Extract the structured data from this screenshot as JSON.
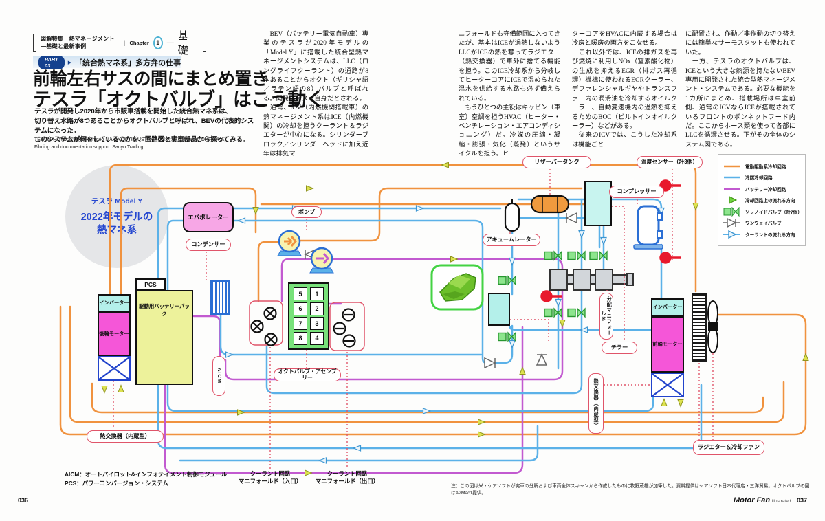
{
  "page": {
    "left_num": "036",
    "right_num": "037",
    "brand": "Motor Fan",
    "brand_sub": "illustrated"
  },
  "header": {
    "series": "図解特集　熱マネージメント―基礎と最新事例",
    "divider": "|",
    "chapter_label": "Chapter",
    "chapter_num": "1",
    "chapter_dash": "―",
    "chapter_title": "基 礎",
    "part_badge": "PART 03",
    "part_arrow": "▶",
    "part_title": "「統合熱マネ系」多方弁の仕事",
    "title_line1": "前輪左右サスの間にまとめ置き",
    "title_line2": "テスラ「オクトバルブ」はこう動く",
    "lead": "テスラが開発し2020年から市販車搭載を開始した統合熱マネ系は、\n切り替え水路が8つあることからオクトバルブと呼ばれ、BEVの代表的システムになった。\nこのシステムが何をしているのかを、回路図と実車部品から探ってみる。",
    "credits": "TEXT&PHOTO:牧野茂雄(Shigeo MAKINO)　ILLUSTRATION:大塚 克(Masaru OHTSUKA)\nFilming and documentation support: Sanyo Trading"
  },
  "article": {
    "col1": "　BEV（バッテリー電気自動車）専業のテスラが2020年モデルの「Model Y」に搭載した統合型熱マネージメントシステムは、LLC（ロングライフクーラント）の通路が8本あることからオクト（ギリシャ語／ラテン語の8）バルブと呼ばれる。開発はテスラ自身だとされる。\n　通常、ICV（内燃機関搭載車）の熱マネージメント系はICE（内燃機関）の冷却を担うクーラント＆ラジエターが中心になる。シリンダーブロック／シリンダーヘッドに加え近年は排気マ",
    "col2": "ニフォールドも守備範囲に入ってきたが、基本はICEが過熱しないようLLCがICEの熱を奪ってラジエター（熱交換器）で車外に捨てる機能を担う。このICE冷却系から分岐してヒーターコアにICEで温められた温水を供給する水路も必ず備えられている。\n　もうひとつの主役はキャビン（車室）空調を担うHVAC（ヒーター・ベンチレーション・エアコンディショニング）だ。冷媒の圧縮・凝縮・膨張・気化（蒸発）というサイクルを担う。ヒー",
    "col3": "ターコアをHVACに内蔵する場合は冷房と暖房の両方をこなせる。\n　これ以外では、ICEの排ガスを再び燃焼に利用しNOx（窒素酸化物）の生成を抑えるEGR（排ガス再循環）機構に使われるEGRクーラー、デファレンシャルギヤやトランスファー内の潤滑油を冷却するオイルクーラー、自動変速機内の過熱を抑えるためのBOC（ビルトインオイルクーラー）などがある。\n　従来のICVでは、こうした冷却系は機能ごと",
    "col4": "に配置され、作動／非作動の切り替えには簡単なサーモスタットも使われていた。\n　一方、テスラのオクトバルブは、ICEという大きな熱源を持たないBEV専用に開発された統合型熱マネージメント・システムである。必要な機能を1カ所にまとめ、搭載場所は車室前側、通常のICVならICEが搭載されているフロントのボンネットフード内だ。ここからホース類を使って各部にLLCを循環させる。下がその全体のシステム図である。"
  },
  "badge": {
    "line1": "テスラ Model Y",
    "line2": "2022年モデルの\n熱マネ系"
  },
  "legend": {
    "items": [
      {
        "label": "電動駆動系冷却回路",
        "color": "#f0923e"
      },
      {
        "label": "冷媒冷却回路",
        "color": "#5bb1e8"
      },
      {
        "label": "バッテリー冷却回路",
        "color": "#c25ad0"
      },
      {
        "label": "冷却回路上の流れる方向",
        "color": "#6fd43e"
      },
      {
        "label": "ソレノイドバルブ（計7個）",
        "color": "#8de58d"
      },
      {
        "label": "ワンウェイバルブ",
        "color": "#ffffff"
      },
      {
        "label": "クーラントの流れる方向",
        "color": "#5bb1e8"
      }
    ]
  },
  "diagram": {
    "labels": {
      "evaporator": "エバポレーター",
      "condenser": "コンデンサー",
      "pump": "ポンプ",
      "reservoir": "リザーバータンク",
      "temp_sensor": "温度センサー（計3個）",
      "compressor": "コンプレッサー",
      "accumulator": "アキュームレーター",
      "octovalve_assembly": "オクトバルブ・アセンブリー",
      "inverter_rear": "インバーター",
      "motor_rear": "後輪モーター",
      "pcs": "PCS",
      "battery": "駆動用バッテリーパック",
      "aicm": "AICM",
      "hx_rear": "熱交換器（内蔵型）",
      "manifold": "分配マニフォールド",
      "chiller": "チラー",
      "hx_front": "熱交換器（内蔵型）",
      "inverter_front": "インバーター",
      "motor_front": "前輪モーター",
      "radiator_fan": "ラジエター＆冷却ファン"
    },
    "octovalve_ports_left": [
      "5",
      "6",
      "7",
      "8"
    ],
    "octovalve_ports_right": [
      "1",
      "2",
      "3",
      "4"
    ]
  },
  "footnotes": {
    "defs": "AICM：オートパイロット&インフォテイメント制御モジュール\nPCS：パワーコンバージョン・システム",
    "inlet": "クーラント回路\nマニフォールド（入口）",
    "outlet": "クーラント回路\nマニフォールド（出口）",
    "note": "注：この図は米・ケアソフトが実車の分解および車両全体スキャンから作成したものに牧野茂雄が加筆した。資料提供はケアソフト日本代理店・三洋貿易。オクトバルブの図はA2Mac1提供。"
  }
}
